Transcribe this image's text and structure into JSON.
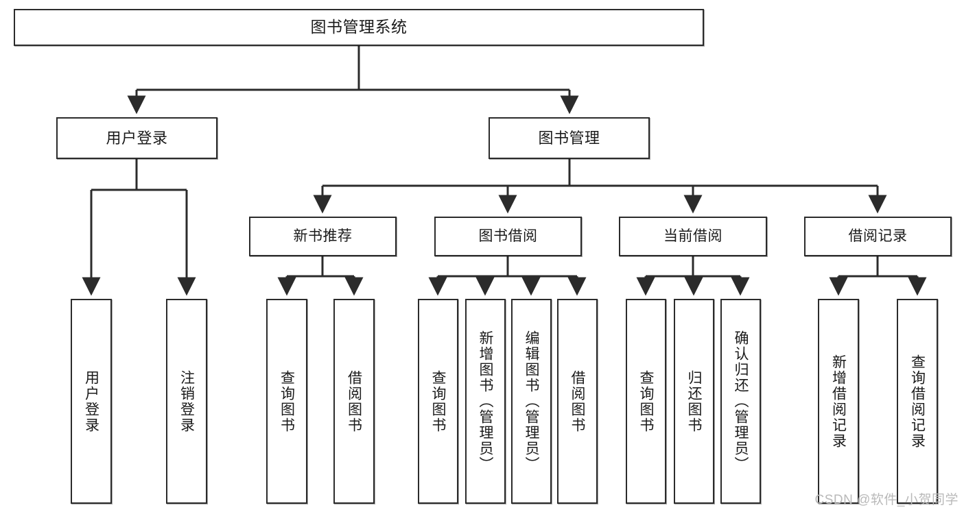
{
  "diagram": {
    "type": "tree",
    "title": "图书管理系统",
    "orientation": "top-down",
    "edge_style": "orthogonal-arrow",
    "colors": {
      "box_border": "#2b2b2b",
      "box_fill": "#ffffff",
      "line": "#2b2b2b",
      "text": "#1a1a1a",
      "watermark": "#b9b9b9",
      "background": "#ffffff"
    }
  },
  "root": {
    "label": "图书管理系统"
  },
  "level2": [
    {
      "label": "用户登录"
    },
    {
      "label": "图书管理"
    }
  ],
  "level3": [
    {
      "label": "新书推荐"
    },
    {
      "label": "图书借阅"
    },
    {
      "label": "当前借阅"
    },
    {
      "label": "借阅记录"
    }
  ],
  "leaves": {
    "user_login": [
      {
        "label": "用户登录"
      },
      {
        "label": "注销登录"
      }
    ],
    "new_book_recommend": [
      {
        "label": "查询图书"
      },
      {
        "label": "借阅图书"
      }
    ],
    "book_borrow": [
      {
        "label": "查询图书"
      },
      {
        "label": "新增图书（管理员）"
      },
      {
        "label": "编辑图书（管理员）"
      },
      {
        "label": "借阅图书"
      }
    ],
    "current_borrow": [
      {
        "label": "查询图书"
      },
      {
        "label": "归还图书"
      },
      {
        "label": "确认归还（管理员）"
      }
    ],
    "borrow_record": [
      {
        "label": "新增借阅记录"
      },
      {
        "label": "查询借阅记录"
      }
    ]
  },
  "watermark": {
    "text": "CSDN @软件_小贺同学"
  }
}
